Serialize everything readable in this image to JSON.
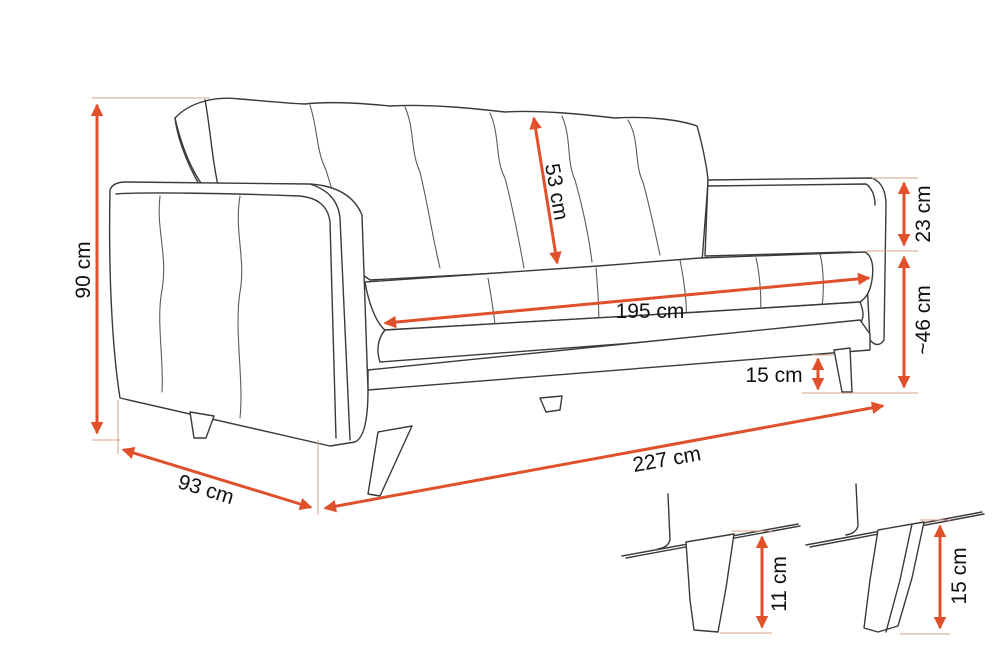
{
  "colors": {
    "dimension_line": "#e0512b",
    "outline": "#3a3a3a",
    "extension_line": "#d9a08a"
  },
  "dimensions": {
    "overall_height": "90 cm",
    "depth": "93 cm",
    "overall_length": "227 cm",
    "seat_width": "195 cm",
    "backrest_height": "53 cm",
    "armrest_above_seat": "23 cm",
    "seat_height": "~46 cm",
    "leg_clearance": "15 cm"
  },
  "leg_details": {
    "straight_leg": "11 cm",
    "angled_leg": "15 cm"
  }
}
